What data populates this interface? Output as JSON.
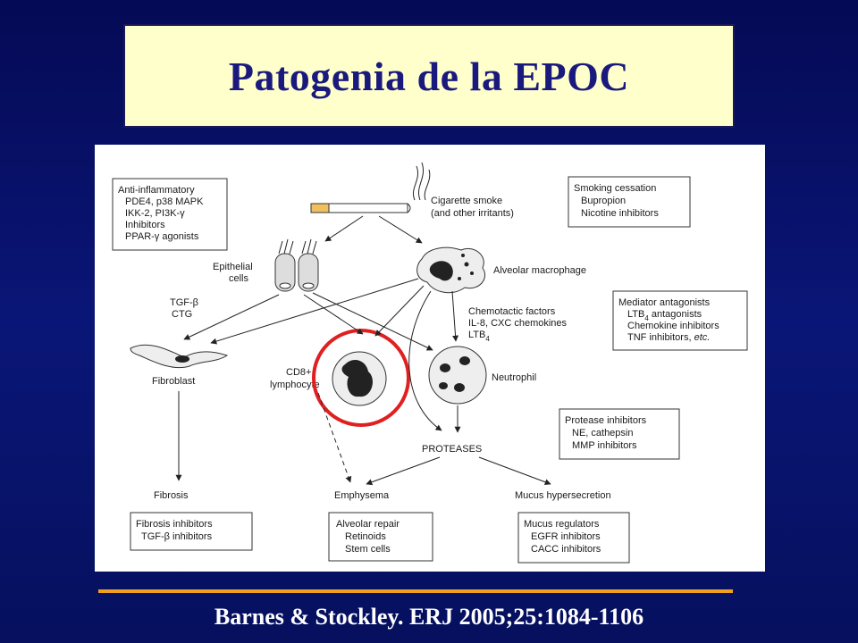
{
  "title": "Patogenia de la EPOC",
  "citation": "Barnes & Stockley. ERJ 2005;25:1084-1106",
  "diagram": {
    "anti_inflammatory": [
      "Anti-inflammatory",
      "PDE4, p38 MAPK",
      "IKK-2, PI3K-γ",
      "Inhibitors",
      "PPAR-γ agonists"
    ],
    "smoking_cessation": [
      "Smoking cessation",
      "Bupropion",
      "Nicotine inhibitors"
    ],
    "cigarette_smoke": [
      "Cigarette smoke",
      "(and other irritants)"
    ],
    "epithelial_cells": [
      "Epithelial",
      "cells"
    ],
    "alveolar_macrophage": "Alveolar macrophage",
    "tgf": [
      "TGF-β",
      "CTG"
    ],
    "chemotactic": [
      "Chemotactic factors",
      "IL-8, CXC chemokines",
      "LTB",
      "4"
    ],
    "mediator_antagonists": [
      "Mediator antagonists",
      "LTB",
      "4",
      " antagonists",
      "Chemokine inhibitors",
      "TNF inhibitors, ",
      "etc."
    ],
    "fibroblast": "Fibroblast",
    "cd8": [
      "CD8+",
      "lymphocyte"
    ],
    "neutrophil": "Neutrophil",
    "protease_inhibitors": [
      "Protease inhibitors",
      "NE, cathepsin",
      "MMP inhibitors"
    ],
    "proteases": "PROTEASES",
    "fibrosis": "Fibrosis",
    "emphysema": "Emphysema",
    "mucus_hypersecretion": "Mucus hypersecretion",
    "fibrosis_box": [
      "Fibrosis inhibitors",
      "TGF-β inhibitors"
    ],
    "emphysema_box": [
      "Alveolar repair",
      "Retinoids",
      "Stem cells"
    ],
    "mucus_box": [
      "Mucus regulators",
      "EGFR inhibitors",
      "CACC inhibitors"
    ]
  },
  "colors": {
    "highlight_circle": "#e02020",
    "rule": "#f0a020"
  }
}
